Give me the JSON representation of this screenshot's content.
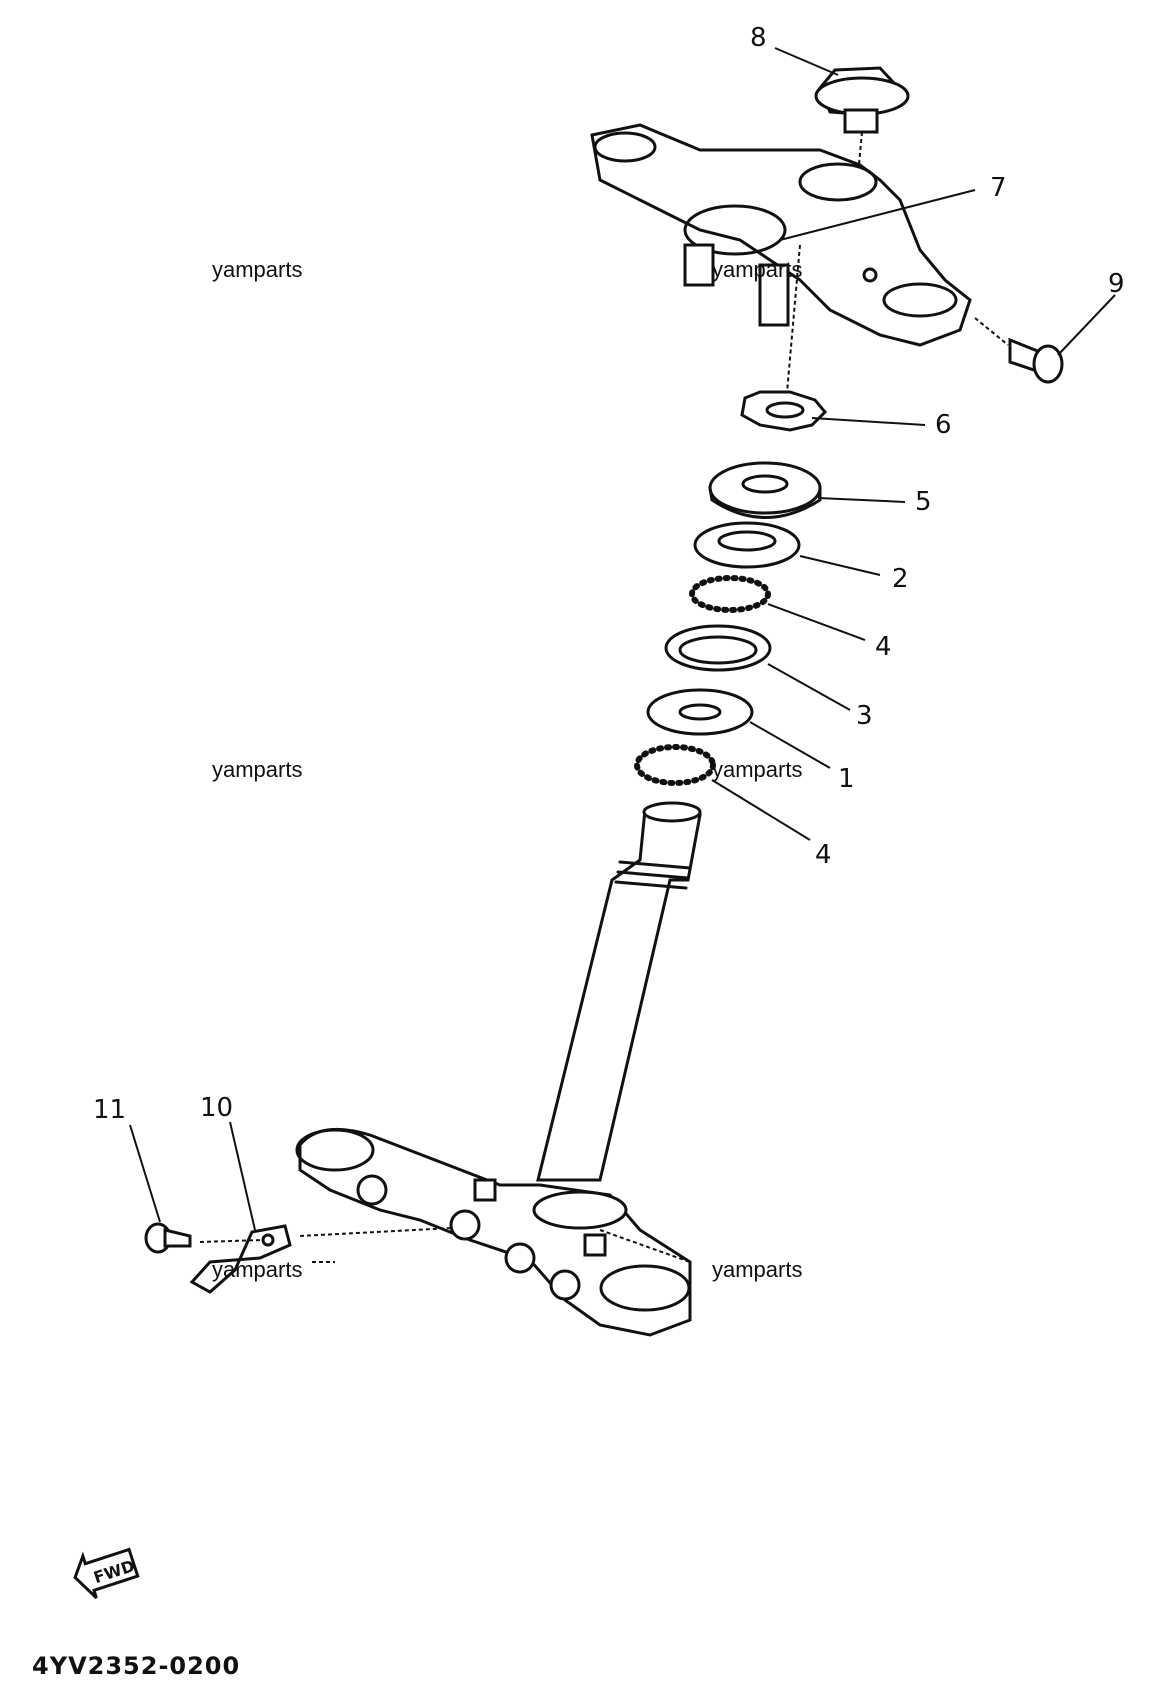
{
  "callouts": {
    "c1": "1",
    "c2": "2",
    "c3": "3",
    "c4a": "4",
    "c4b": "4",
    "c5": "5",
    "c6": "6",
    "c7": "7",
    "c8": "8",
    "c9": "9",
    "c10": "10",
    "c11": "11"
  },
  "watermarks": [
    "yamparts",
    "yamparts",
    "yamparts",
    "yamparts",
    "yamparts",
    "yamparts"
  ],
  "fwd_label": "FWD",
  "diagram_code": "4YV2352-0200"
}
